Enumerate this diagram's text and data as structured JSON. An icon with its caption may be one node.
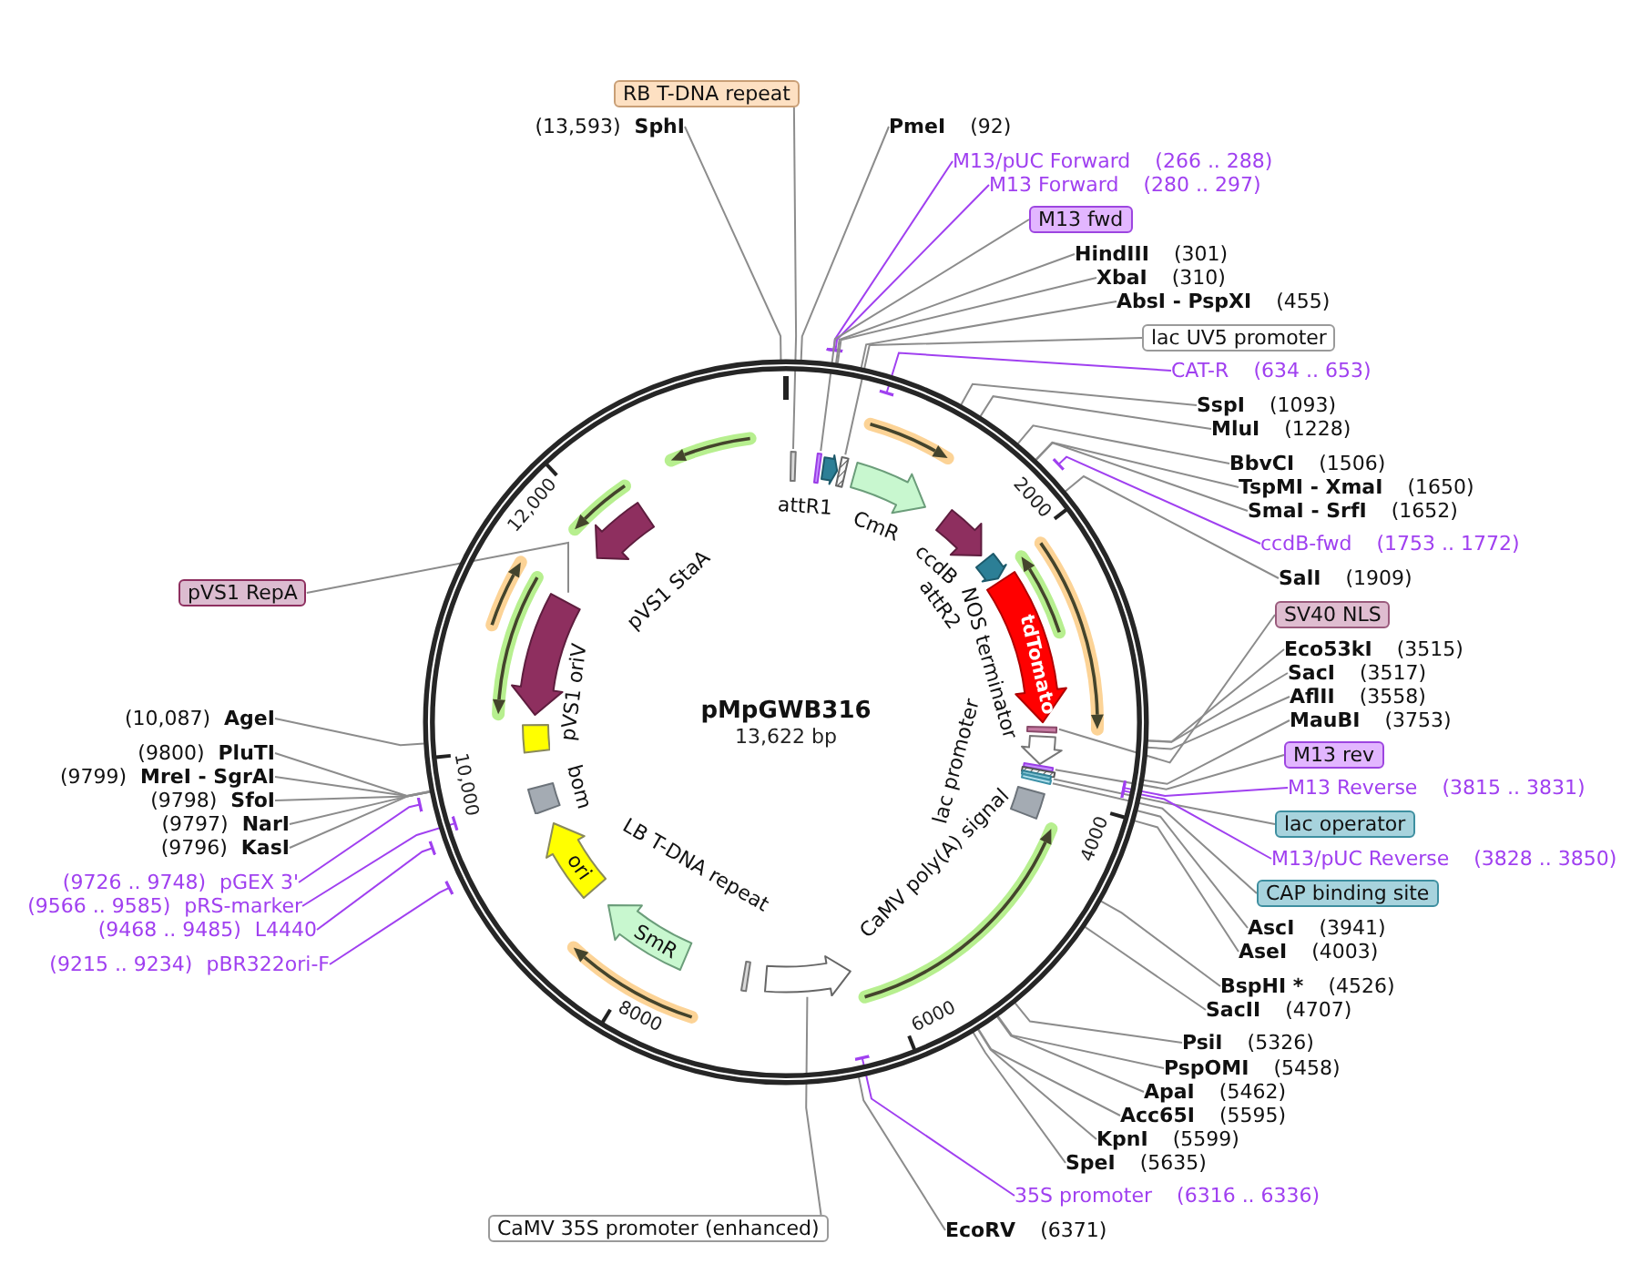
{
  "diagram": {
    "nodes": [
      {
        "text": [
          "pMpGWB316",
          "13,622 bp"
        ]
      },
      {
        "text": [],
        "shape": "bar",
        "in": 0
      },
      {
        "text": [],
        "shape": "bar",
        "in": 0
      },
      {
        "text": [
          "attR1"
        ],
        "in": 0
      },
      {
        "text": [],
        "shape": "bar",
        "in": 0
      },
      {
        "text": [
          "CmR"
        ],
        "in": 0
      },
      {
        "text": [
          "ccdB"
        ],
        "in": 0
      },
      {
        "text": [
          "attR2"
        ],
        "in": 0
      },
      {
        "text": [
          "tdTomato"
        ],
        "in": 0
      },
      {
        "text": [],
        "shape": "bar",
        "in": 0
      },
      {
        "text": [
          "NOS terminator"
        ],
        "in": 0
      },
      {
        "text": [],
        "shape": "bar",
        "in": 0
      },
      {
        "text": [
          "lac promoter"
        ],
        "in": 0
      },
      {
        "text": [],
        "shape": "bar",
        "in": 0
      },
      {
        "text": [],
        "shape": "bar",
        "in": 0
      },
      {
        "text": [
          "CaMV poly(A) signal"
        ],
        "in": 0
      },
      {
        "text": [],
        "shape": "arrow",
        "in": 0
      },
      {
        "text": [
          "LB T-DNA repeat"
        ],
        "in": 0
      },
      {
        "text": [
          "SmR"
        ],
        "in": 0
      },
      {
        "text": [
          "ori"
        ],
        "in": 0
      },
      {
        "text": [
          "bom"
        ],
        "in": 0
      },
      {
        "text": [
          "pVS1 oriV"
        ],
        "in": 0
      },
      {
        "text": [],
        "shape": "arrow",
        "in": 0
      },
      {
        "text": [
          "pVS1 StaA"
        ],
        "in": 0
      },
      {
        "text": [
          "RB T-DNA repeat"
        ]
      },
      {
        "text": [
          "(13,593)",
          "SphI"
        ]
      },
      {
        "text": [
          "PmeI",
          "(92)"
        ]
      },
      {
        "text": [
          "M13/pUC Forward",
          "(266 .. 288)"
        ]
      },
      {
        "text": [
          "M13 Forward",
          "(280 .. 297)"
        ]
      },
      {
        "text": [
          "M13 fwd"
        ]
      },
      {
        "text": [
          "HindIII",
          "(301)"
        ]
      },
      {
        "text": [
          "XbaI",
          "(310)"
        ]
      },
      {
        "text": [
          "AbsI - PspXI",
          "(455)"
        ]
      },
      {
        "text": [
          "lac UV5 promoter"
        ]
      },
      {
        "text": [
          "CAT-R",
          "(634 .. 653)"
        ]
      },
      {
        "text": [
          "SspI",
          "(1093)"
        ]
      },
      {
        "text": [
          "MluI",
          "(1228)"
        ]
      },
      {
        "text": [
          "BbvCI",
          "(1506)"
        ]
      },
      {
        "text": [
          "TspMI - XmaI",
          "(1650)"
        ]
      },
      {
        "text": [
          "SmaI - SrfI",
          "(1652)"
        ]
      },
      {
        "text": [
          "ccdB-fwd",
          "(1753 .. 1772)"
        ]
      },
      {
        "text": [
          "SalI",
          "(1909)"
        ]
      },
      {
        "text": [
          "SV40 NLS"
        ]
      },
      {
        "text": [
          "Eco53kI",
          "(3515)"
        ]
      },
      {
        "text": [
          "SacI",
          "(3517)"
        ]
      },
      {
        "text": [
          "AflII",
          "(3558)"
        ]
      },
      {
        "text": [
          "MauBI",
          "(3753)"
        ]
      },
      {
        "text": [
          "M13 rev"
        ]
      },
      {
        "text": [
          "M13 Reverse",
          "(3815 .. 3831)"
        ]
      },
      {
        "text": [
          "lac operator"
        ]
      },
      {
        "text": [
          "M13/pUC Reverse",
          "(3828 .. 3850)"
        ]
      },
      {
        "text": [
          "CAP binding site"
        ]
      },
      {
        "text": [
          "AscI",
          "(3941)"
        ]
      },
      {
        "text": [
          "AseI",
          "(4003)"
        ]
      },
      {
        "text": [
          "BspHI *",
          "(4526)"
        ]
      },
      {
        "text": [
          "SacII",
          "(4707)"
        ]
      },
      {
        "text": [
          "PsiI",
          "(5326)"
        ]
      },
      {
        "text": [
          "PspOMI",
          "(5458)"
        ]
      },
      {
        "text": [
          "ApaI",
          "(5462)"
        ]
      },
      {
        "text": [
          "Acc65I",
          "(5595)"
        ]
      },
      {
        "text": [
          "KpnI",
          "(5599)"
        ]
      },
      {
        "text": [
          "SpeI",
          "(5635)"
        ]
      },
      {
        "text": [
          "35S promoter",
          "(6316 .. 6336)"
        ]
      },
      {
        "text": [
          "EcoRV",
          "(6371)"
        ]
      },
      {
        "text": [
          "CaMV 35S promoter (enhanced)"
        ]
      },
      {
        "text": [
          "pVS1 RepA"
        ]
      },
      {
        "text": [
          "(10,087)",
          "AgeI"
        ]
      },
      {
        "text": [
          "(9800)",
          "PluTI"
        ]
      },
      {
        "text": [
          "(9799)",
          "MreI - SgrAI"
        ]
      },
      {
        "text": [
          "(9798)",
          "SfoI"
        ]
      },
      {
        "text": [
          "(9797)",
          "NarI"
        ]
      },
      {
        "text": [
          "(9796)",
          "KasI"
        ]
      },
      {
        "text": [
          "(9726 .. 9748)",
          "pGEX 3'"
        ]
      },
      {
        "text": [
          "(9566 .. 9585)",
          "pRS-marker"
        ]
      },
      {
        "text": [
          "(9468 .. 9485)",
          "L4440"
        ]
      },
      {
        "text": [
          "(9215 .. 9234)",
          "pBR322ori-F"
        ]
      }
    ],
    "edges": [
      {
        "from": 24,
        "to": 1,
        "arrow": "none"
      },
      {
        "from": 25,
        "to": 0,
        "arrow": "none"
      },
      {
        "from": 26,
        "to": 0,
        "arrow": "none"
      },
      {
        "from": 27,
        "to": 0,
        "arrow": "other",
        "color": "#a040f0"
      },
      {
        "from": 28,
        "to": 0,
        "arrow": "other",
        "color": "#a040f0"
      },
      {
        "from": 29,
        "to": 2,
        "arrow": "none"
      },
      {
        "from": 30,
        "to": 0,
        "arrow": "none"
      },
      {
        "from": 31,
        "to": 0,
        "arrow": "none"
      },
      {
        "from": 32,
        "to": 0,
        "arrow": "none"
      },
      {
        "from": 33,
        "to": 4,
        "arrow": "none"
      },
      {
        "from": 34,
        "to": 0,
        "arrow": "other",
        "color": "#a040f0"
      },
      {
        "from": 35,
        "to": 0,
        "arrow": "none"
      },
      {
        "from": 36,
        "to": 0,
        "arrow": "none"
      },
      {
        "from": 37,
        "to": 0,
        "arrow": "none"
      },
      {
        "from": 38,
        "to": 0,
        "arrow": "none"
      },
      {
        "from": 39,
        "to": 0,
        "arrow": "none"
      },
      {
        "from": 40,
        "to": 0,
        "arrow": "other",
        "color": "#a040f0"
      },
      {
        "from": 41,
        "to": 0,
        "arrow": "none"
      },
      {
        "from": 42,
        "to": 9,
        "arrow": "none"
      },
      {
        "from": 43,
        "to": 0,
        "arrow": "none"
      },
      {
        "from": 44,
        "to": 0,
        "arrow": "none"
      },
      {
        "from": 45,
        "to": 0,
        "arrow": "none"
      },
      {
        "from": 46,
        "to": 0,
        "arrow": "none"
      },
      {
        "from": 47,
        "to": 11,
        "arrow": "none"
      },
      {
        "from": 48,
        "to": 0,
        "arrow": "other",
        "color": "#a040f0"
      },
      {
        "from": 49,
        "to": 13,
        "arrow": "none"
      },
      {
        "from": 50,
        "to": 0,
        "arrow": "other",
        "color": "#a040f0"
      },
      {
        "from": 51,
        "to": 14,
        "arrow": "none"
      },
      {
        "from": 52,
        "to": 0,
        "arrow": "none"
      },
      {
        "from": 53,
        "to": 0,
        "arrow": "none"
      },
      {
        "from": 54,
        "to": 0,
        "arrow": "none"
      },
      {
        "from": 55,
        "to": 0,
        "arrow": "none"
      },
      {
        "from": 56,
        "to": 0,
        "arrow": "none"
      },
      {
        "from": 57,
        "to": 0,
        "arrow": "none"
      },
      {
        "from": 58,
        "to": 0,
        "arrow": "none"
      },
      {
        "from": 59,
        "to": 0,
        "arrow": "none"
      },
      {
        "from": 60,
        "to": 0,
        "arrow": "none"
      },
      {
        "from": 61,
        "to": 0,
        "arrow": "none"
      },
      {
        "from": 62,
        "to": 0,
        "arrow": "other",
        "color": "#a040f0"
      },
      {
        "from": 63,
        "to": 0,
        "arrow": "none"
      },
      {
        "from": 64,
        "to": 16,
        "arrow": "none"
      },
      {
        "from": 65,
        "to": 22,
        "arrow": "none"
      },
      {
        "from": 66,
        "to": 0,
        "arrow": "none"
      },
      {
        "from": 67,
        "to": 0,
        "arrow": "none"
      },
      {
        "from": 68,
        "to": 0,
        "arrow": "none"
      },
      {
        "from": 69,
        "to": 0,
        "arrow": "none"
      },
      {
        "from": 70,
        "to": 0,
        "arrow": "none"
      },
      {
        "from": 71,
        "to": 0,
        "arrow": "none"
      },
      {
        "from": 72,
        "to": 0,
        "arrow": "other",
        "color": "#a040f0"
      },
      {
        "from": 73,
        "to": 0,
        "arrow": "other",
        "color": "#a040f0"
      },
      {
        "from": 74,
        "to": 0,
        "arrow": "other",
        "color": "#a040f0"
      },
      {
        "from": 75,
        "to": 0,
        "arrow": "other",
        "color": "#a040f0"
      }
    ],
    "labels": [
      "2000",
      "4000",
      "6000",
      "8000",
      "10,000",
      "12,000"
    ]
  }
}
